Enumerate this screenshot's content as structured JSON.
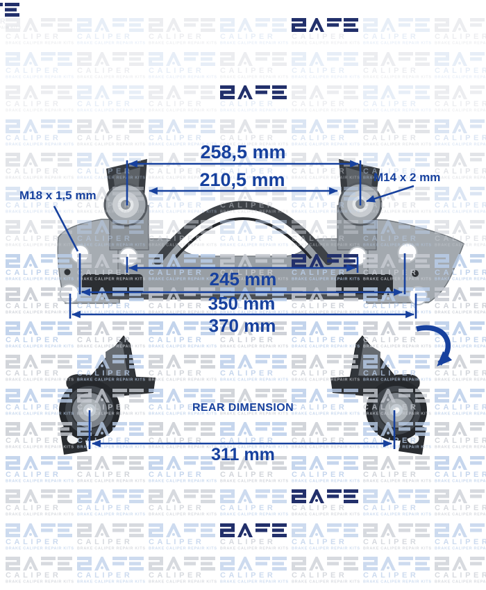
{
  "watermark": {
    "brand": "SAFE",
    "subbrand": "CALIPER",
    "tagline": "BRAKE CALIPER REPAIR KITS",
    "tile_gray": "#c7cbd2",
    "tile_blue": "#b9cde9",
    "navy": "#22306b"
  },
  "diagram": {
    "accent": "#17419e",
    "labels": {
      "dim_top_span": "258,5 mm",
      "dim_pin_span": "210,5 mm",
      "thread_left": "M18 x 1,5 mm",
      "thread_right": "M14 x 2 mm",
      "dim_inner_holes": "245 mm",
      "dim_outer_holes": "350 mm",
      "dim_overall": "370 mm",
      "rear_title": "REAR DIMENSION",
      "dim_rear_span": "311 mm"
    }
  }
}
